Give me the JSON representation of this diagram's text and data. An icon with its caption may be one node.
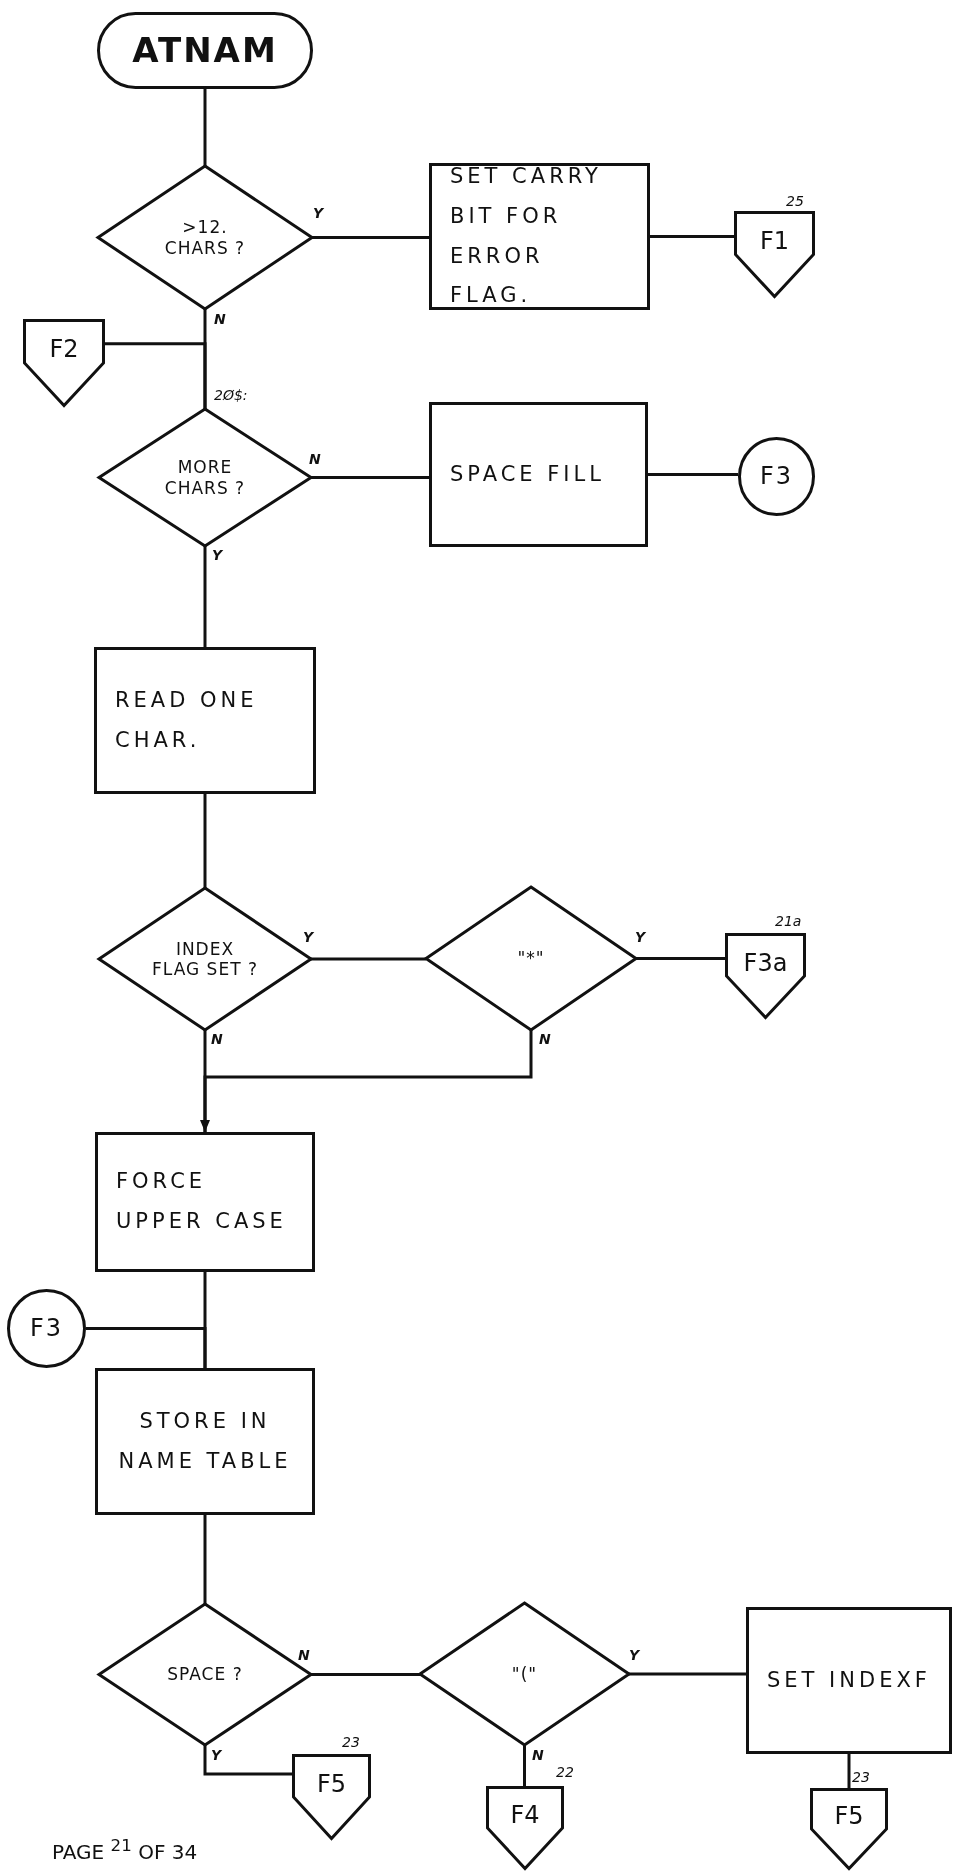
{
  "diagram": {
    "nodes": [
      {
        "text": [
          "ATNAM"
        ]
      },
      {
        "text": [
          ">12. CHARS ?"
        ]
      },
      {
        "text": [
          "SET CARRY BIT FOR ERROR FLAG."
        ]
      },
      {
        "text": [
          "F1"
        ],
        "beside": [
          "25"
        ]
      },
      {
        "text": [
          "F2"
        ]
      },
      {
        "text": [
          "MORE CHARS ?"
        ],
        "beside": [
          "2Ø$:"
        ]
      },
      {
        "text": [
          "SPACE FILL"
        ]
      },
      {
        "text": [
          "F3"
        ]
      },
      {
        "text": [
          "READ ONE CHAR."
        ]
      },
      {
        "text": [
          "INDEX FLAG SET ?"
        ]
      },
      {
        "text": [
          "\"*\""
        ]
      },
      {
        "text": [
          "F3a"
        ],
        "beside": [
          "21a"
        ]
      },
      {
        "text": [
          "FORCE UPPER CASE"
        ]
      },
      {
        "text": [
          "F3"
        ]
      },
      {
        "text": [
          "STORE IN NAME TABLE"
        ]
      },
      {
        "text": [
          "SPACE ?"
        ]
      },
      {
        "text": [
          "\"(\""
        ]
      },
      {
        "text": [
          "SET INDEXF"
        ]
      },
      {
        "text": [
          "F5"
        ],
        "beside": [
          "23"
        ]
      },
      {
        "text": [
          "F4"
        ],
        "beside": [
          "22"
        ]
      },
      {
        "text": [
          "F5"
        ],
        "beside": [
          "23"
        ]
      }
    ],
    "edges": [
      {
        "from": 0,
        "to": 1,
        "arrow": "none"
      },
      {
        "from": 1,
        "to": 2,
        "arrow": "none",
        "label": "Y"
      },
      {
        "from": 2,
        "to": 3,
        "arrow": "none"
      },
      {
        "from": 1,
        "to": 5,
        "arrow": "none",
        "label": "N"
      },
      {
        "from": 4,
        "to": 5,
        "arrow": "none"
      },
      {
        "from": 5,
        "to": 6,
        "arrow": "none",
        "label": "N"
      },
      {
        "from": 6,
        "to": 7,
        "arrow": "none"
      },
      {
        "from": 5,
        "to": 8,
        "arrow": "none",
        "label": "Y"
      },
      {
        "from": 8,
        "to": 9,
        "arrow": "none"
      },
      {
        "from": 9,
        "to": 10,
        "arrow": "none",
        "label": "Y"
      },
      {
        "from": 10,
        "to": 11,
        "arrow": "none",
        "label": "Y"
      },
      {
        "from": 9,
        "to": 12,
        "arrow": "none",
        "label": "N"
      },
      {
        "from": 10,
        "to": 12,
        "arrow": "to",
        "label": "N"
      },
      {
        "from": 12,
        "to": 14,
        "arrow": "none"
      },
      {
        "from": 13,
        "to": 14,
        "arrow": "none"
      },
      {
        "from": 14,
        "to": 15,
        "arrow": "none"
      },
      {
        "from": 15,
        "to": 16,
        "arrow": "none",
        "label": "N"
      },
      {
        "from": 16,
        "to": 17,
        "arrow": "none",
        "label": "Y"
      },
      {
        "from": 15,
        "to": 18,
        "arrow": "none",
        "label": "Y"
      },
      {
        "from": 16,
        "to": 19,
        "arrow": "none",
        "label": "N"
      },
      {
        "from": 17,
        "to": 20,
        "arrow": "none"
      }
    ],
    "labels": [
      "PAGE $^{21}$ OF 34"
    ]
  }
}
